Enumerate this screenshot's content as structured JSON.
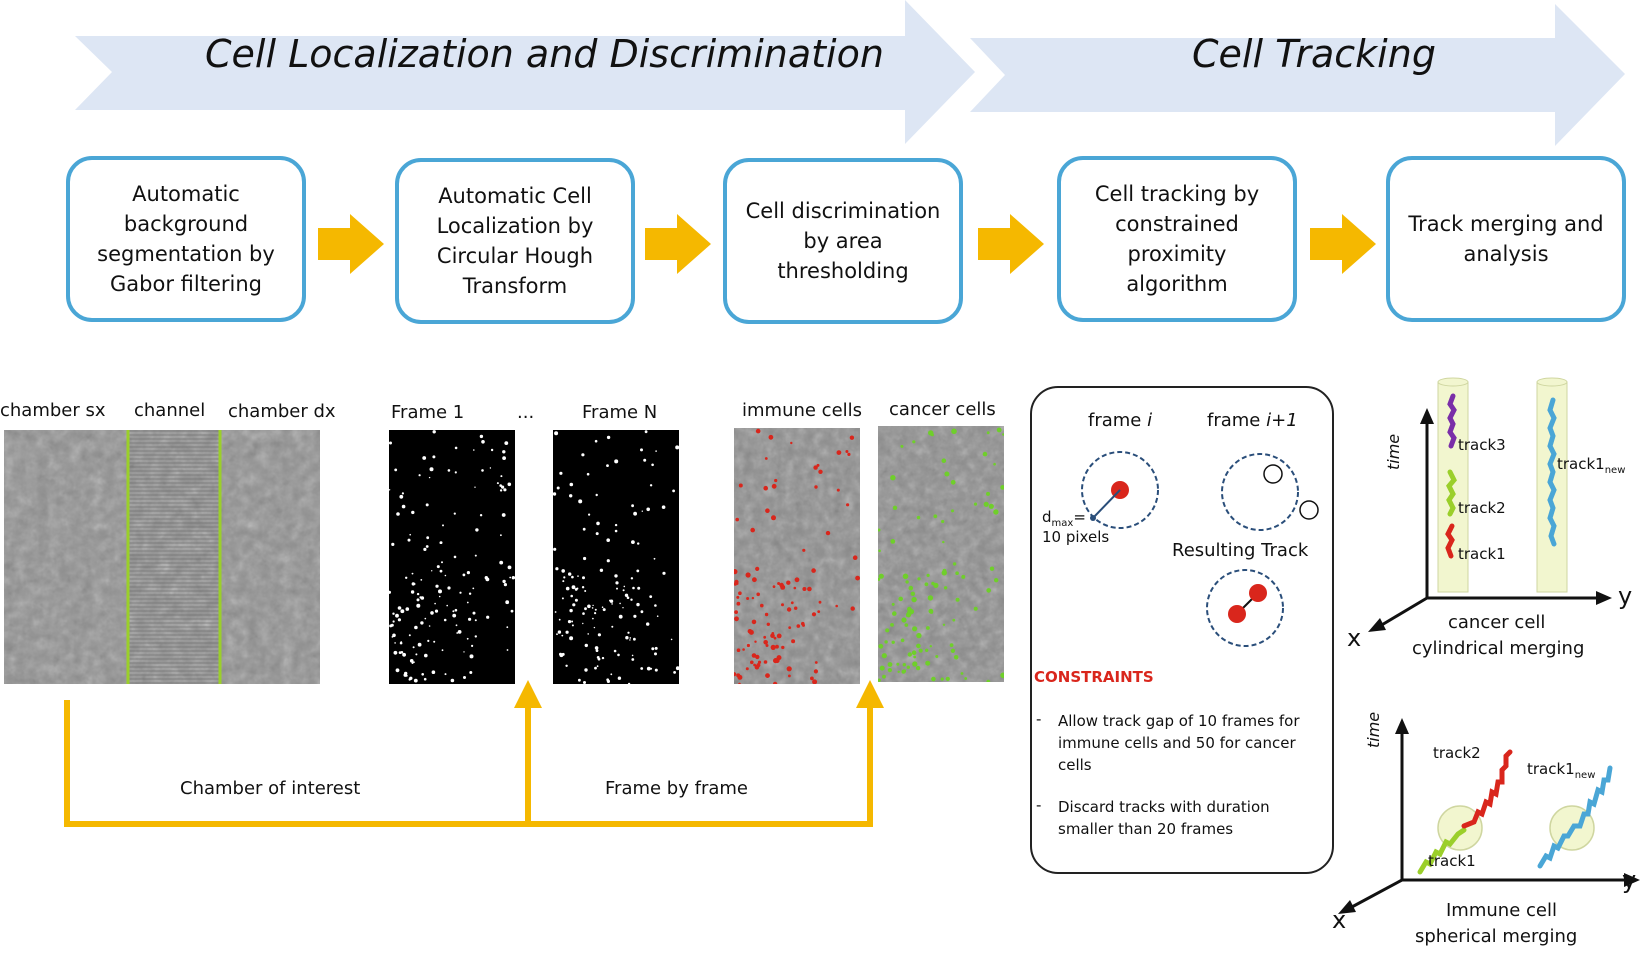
{
  "banner": {
    "left_title": "Cell Localization and Discrimination",
    "right_title": "Cell Tracking"
  },
  "steps": [
    "Automatic background segmentation by Gabor filtering",
    "Automatic Cell Localization by Circular Hough Transform",
    "Cell discrimination by area thresholding",
    "Cell tracking by constrained proximity algorithm",
    "Track merging and analysis"
  ],
  "images": {
    "chamber_sx": "chamber sx",
    "channel": "channel",
    "chamber_dx": "chamber dx",
    "frame1": "Frame 1",
    "ellipsis": "...",
    "frameN": "Frame N",
    "immune": "immune cells",
    "cancer": "cancer cells"
  },
  "flow": {
    "chamber_of_interest": "Chamber of interest",
    "frame_by_frame": "Frame by frame"
  },
  "tracking_box": {
    "frame_i_prefix": "frame ",
    "frame_i_var": "i",
    "frame_i1_prefix": "frame ",
    "frame_i1_var": "i+1",
    "dmax_main": "d",
    "dmax_sub": "max",
    "dmax_eq": "=",
    "dmax_value": "10 pixels",
    "resulting_track": "Resulting Track",
    "constraints_title": "CONSTRAINTS",
    "constraint_1": "Allow track gap of 10 frames for immune cells and 50 for cancer cells",
    "constraint_2": "Discard tracks with duration smaller than 20 frames",
    "bullet": "-"
  },
  "merge_top": {
    "time": "time",
    "track3": "track3",
    "track2": "track2",
    "track1": "track1",
    "track1new_main": "track1",
    "track1new_sub": "new",
    "x": "x",
    "y": "y",
    "caption_1": "cancer cell",
    "caption_2": "cylindrical merging"
  },
  "merge_bottom": {
    "time": "time",
    "track2": "track2",
    "track1": "track1",
    "track1new_main": "track1",
    "track1new_sub": "new",
    "x": "x",
    "y": "y",
    "caption_1": "Immune cell",
    "caption_2": "spherical merging"
  },
  "colors": {
    "banner": "#dde6f4",
    "step_border": "#4aa6d6",
    "arrow": "#f5b800",
    "green_line": "#9bcf2a",
    "red_cell": "#d9261c",
    "constraints": "#d9261c",
    "track_purple": "#7a2ea8",
    "track_green": "#9bcf2a",
    "track_red": "#d9261c",
    "track_blue": "#4aa6d6"
  }
}
